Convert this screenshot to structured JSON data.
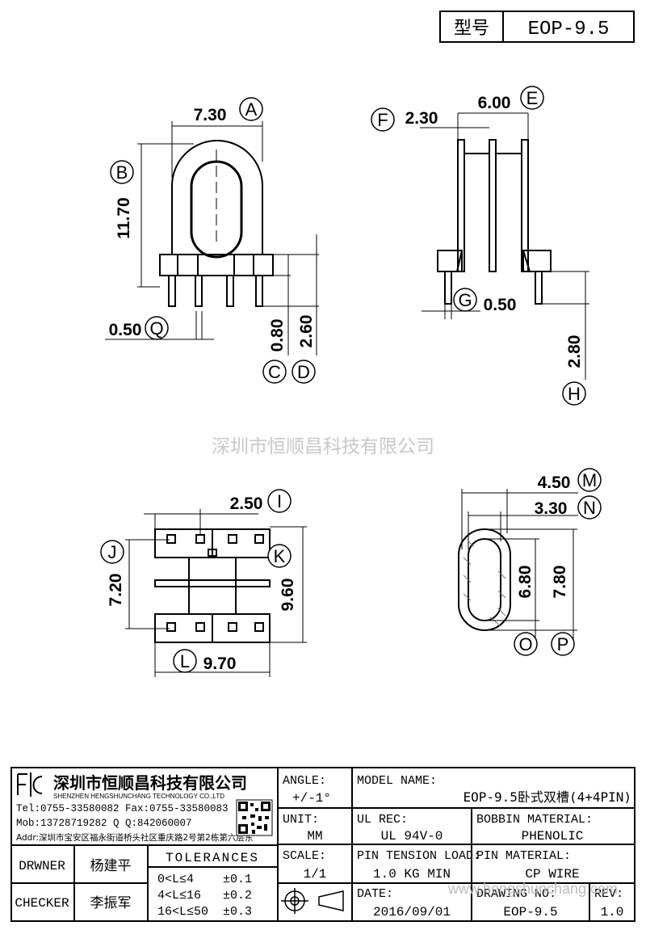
{
  "header": {
    "model_label": "型号",
    "model_value": "EOP-9.5"
  },
  "dimensions": {
    "A": "7.30",
    "B": "11.70",
    "C": "0.80",
    "D": "2.60",
    "E": "6.00",
    "F": "2.30",
    "G": "0.50",
    "H": "2.80",
    "I": "2.50",
    "J": "7.20",
    "K": "9.60",
    "L": "9.70",
    "M": "4.50",
    "N": "3.30",
    "O": "6.80",
    "P": "7.80",
    "Q": "0.50"
  },
  "watermark_cn": "深圳市恒顺昌科技有限公司",
  "company": {
    "name_cn": "深圳市恒顺昌科技有限公司",
    "name_en": "SHENZHEN HENGSHUNCHANG TECHNOLOGY CO.,LTD",
    "tel_fax": "Tel:0755-33580082 Fax:0755-33580083",
    "mob_qq": "Mob:13728719282      Q Q:842060007",
    "addr": "Addr:深圳市宝安区福永街道桥头社区重庆路2号第2栋第六层东"
  },
  "people": {
    "drawer_label": "DRWNER",
    "drawer_name": "杨建平",
    "checker_label": "CHECKER",
    "checker_name": "李振军"
  },
  "tolerances": {
    "title": "TOLERANCES",
    "rows": [
      "0<L≤4    ±0.1",
      "4<L≤16   ±0.2",
      "16<L≤50  ±0.3"
    ]
  },
  "fields": {
    "angle_label": "ANGLE:",
    "angle_value": "+/-1°",
    "unit_label": "UNIT:",
    "unit_value": "MM",
    "scale_label": "SCALE:",
    "scale_value": "1/1",
    "model_name_label": "MODEL NAME:",
    "model_name_value": "EOP-9.5卧式双槽(4+4PIN)",
    "ul_label": "UL REC:",
    "ul_value": "UL 94V-0",
    "bobbin_label": "BOBBIN MATERIAL:",
    "bobbin_value": "PHENOLIC",
    "pin_tension_label": "PIN TENSION LOAD:",
    "pin_tension_value": "1.0 KG MIN",
    "pin_material_label": "PIN MATERIAL:",
    "pin_material_value": "CP WIRE",
    "date_label": "DATE:",
    "date_value": "2016/09/01",
    "drawing_no_label": "DRAWING NO:",
    "drawing_no_value": "EOP-9.5",
    "rev_label": "REV:",
    "rev_value": "1.0"
  },
  "watermark_url": "www.hengshunchang.com"
}
